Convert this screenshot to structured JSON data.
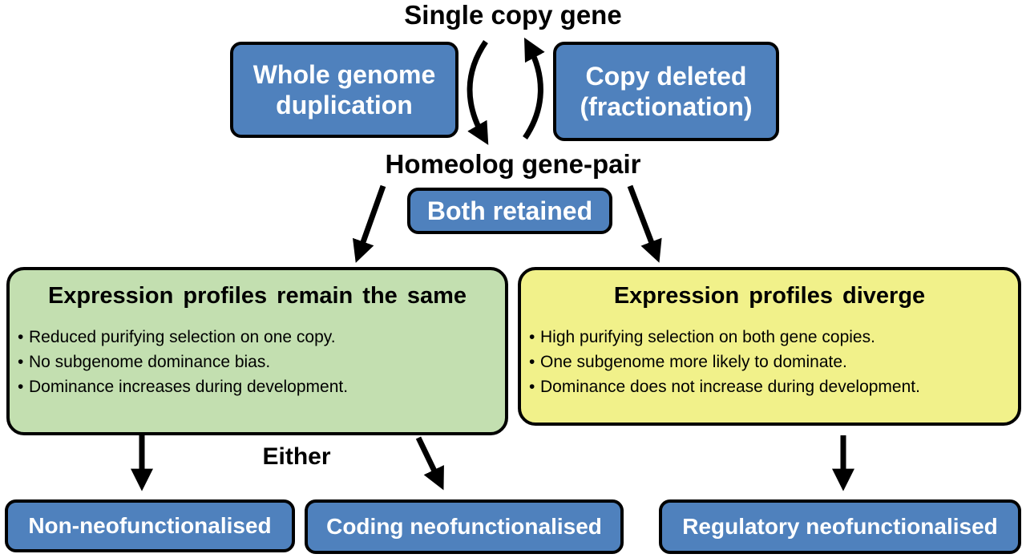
{
  "top_label": "Single copy gene",
  "whole_genome_box": {
    "line1": "Whole genome",
    "line2": "duplication"
  },
  "copy_deleted_box": {
    "line1": "Copy deleted",
    "line2": "(fractionation)"
  },
  "homeolog_label": "Homeolog gene-pair",
  "both_retained": "Both retained",
  "left_panel": {
    "title": "Expression profiles remain the same",
    "bullets": [
      "Reduced purifying selection on one copy.",
      "No subgenome dominance bias.",
      "Dominance increases during development."
    ]
  },
  "right_panel": {
    "title": "Expression profiles diverge",
    "bullets": [
      "High purifying selection on both gene copies.",
      "One subgenome more likely to dominate.",
      "Dominance does not increase during development."
    ]
  },
  "either_label": "Either",
  "outcomes": {
    "non_neo": "Non-neofunctionalised",
    "coding_neo": "Coding neofunctionalised",
    "regulatory_neo": "Regulatory neofunctionalised"
  },
  "colors": {
    "box_blue": "#4f81bd",
    "panel_green": "#c3dfb0",
    "panel_yellow": "#f1f18a"
  }
}
